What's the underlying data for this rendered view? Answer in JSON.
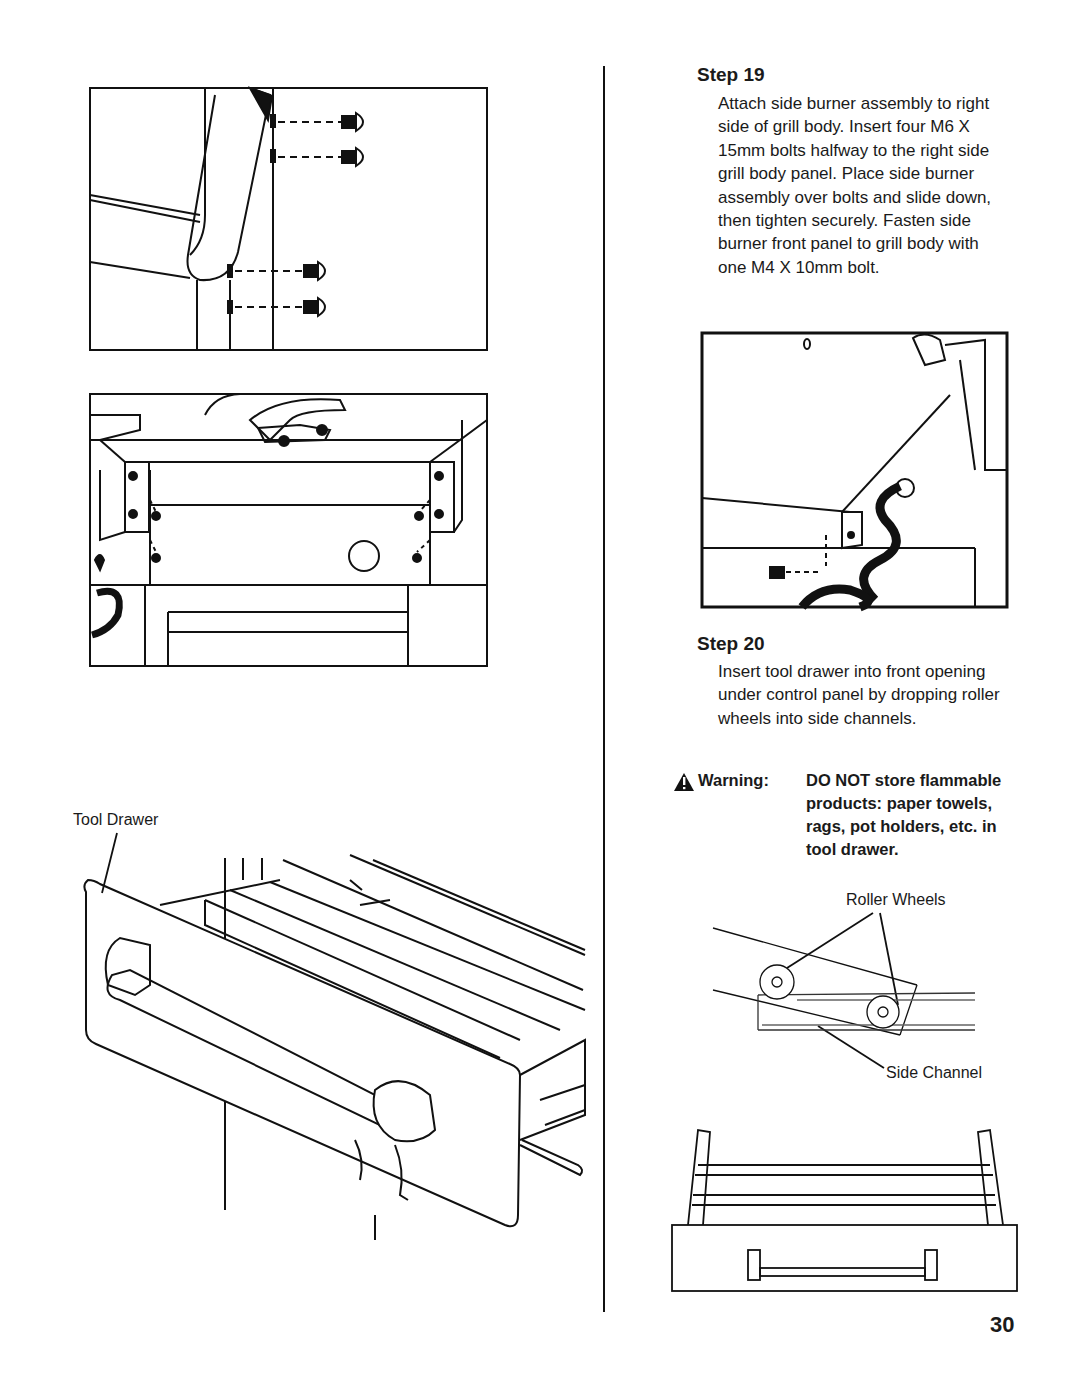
{
  "diagram": {
    "labels": [
      "Step 19",
      "Attach side burner assembly to right side of grill body. Insert four M6 X 15mm bolts halfway to the right side grill body panel. Place side burner assembly over bolts and slide down, then tighten securely. Fasten side burner front panel to grill body with one M4 X 10mm bolt.",
      "Step 20",
      "Insert tool drawer into front opening under control panel by dropping roller wheels into side channels.",
      "Warning:",
      "DO NOT store flammable products: paper towels, rags, pot holders, etc. in tool drawer.",
      "Tool Drawer",
      "Roller Wheels",
      "Side Channel",
      "30"
    ]
  }
}
